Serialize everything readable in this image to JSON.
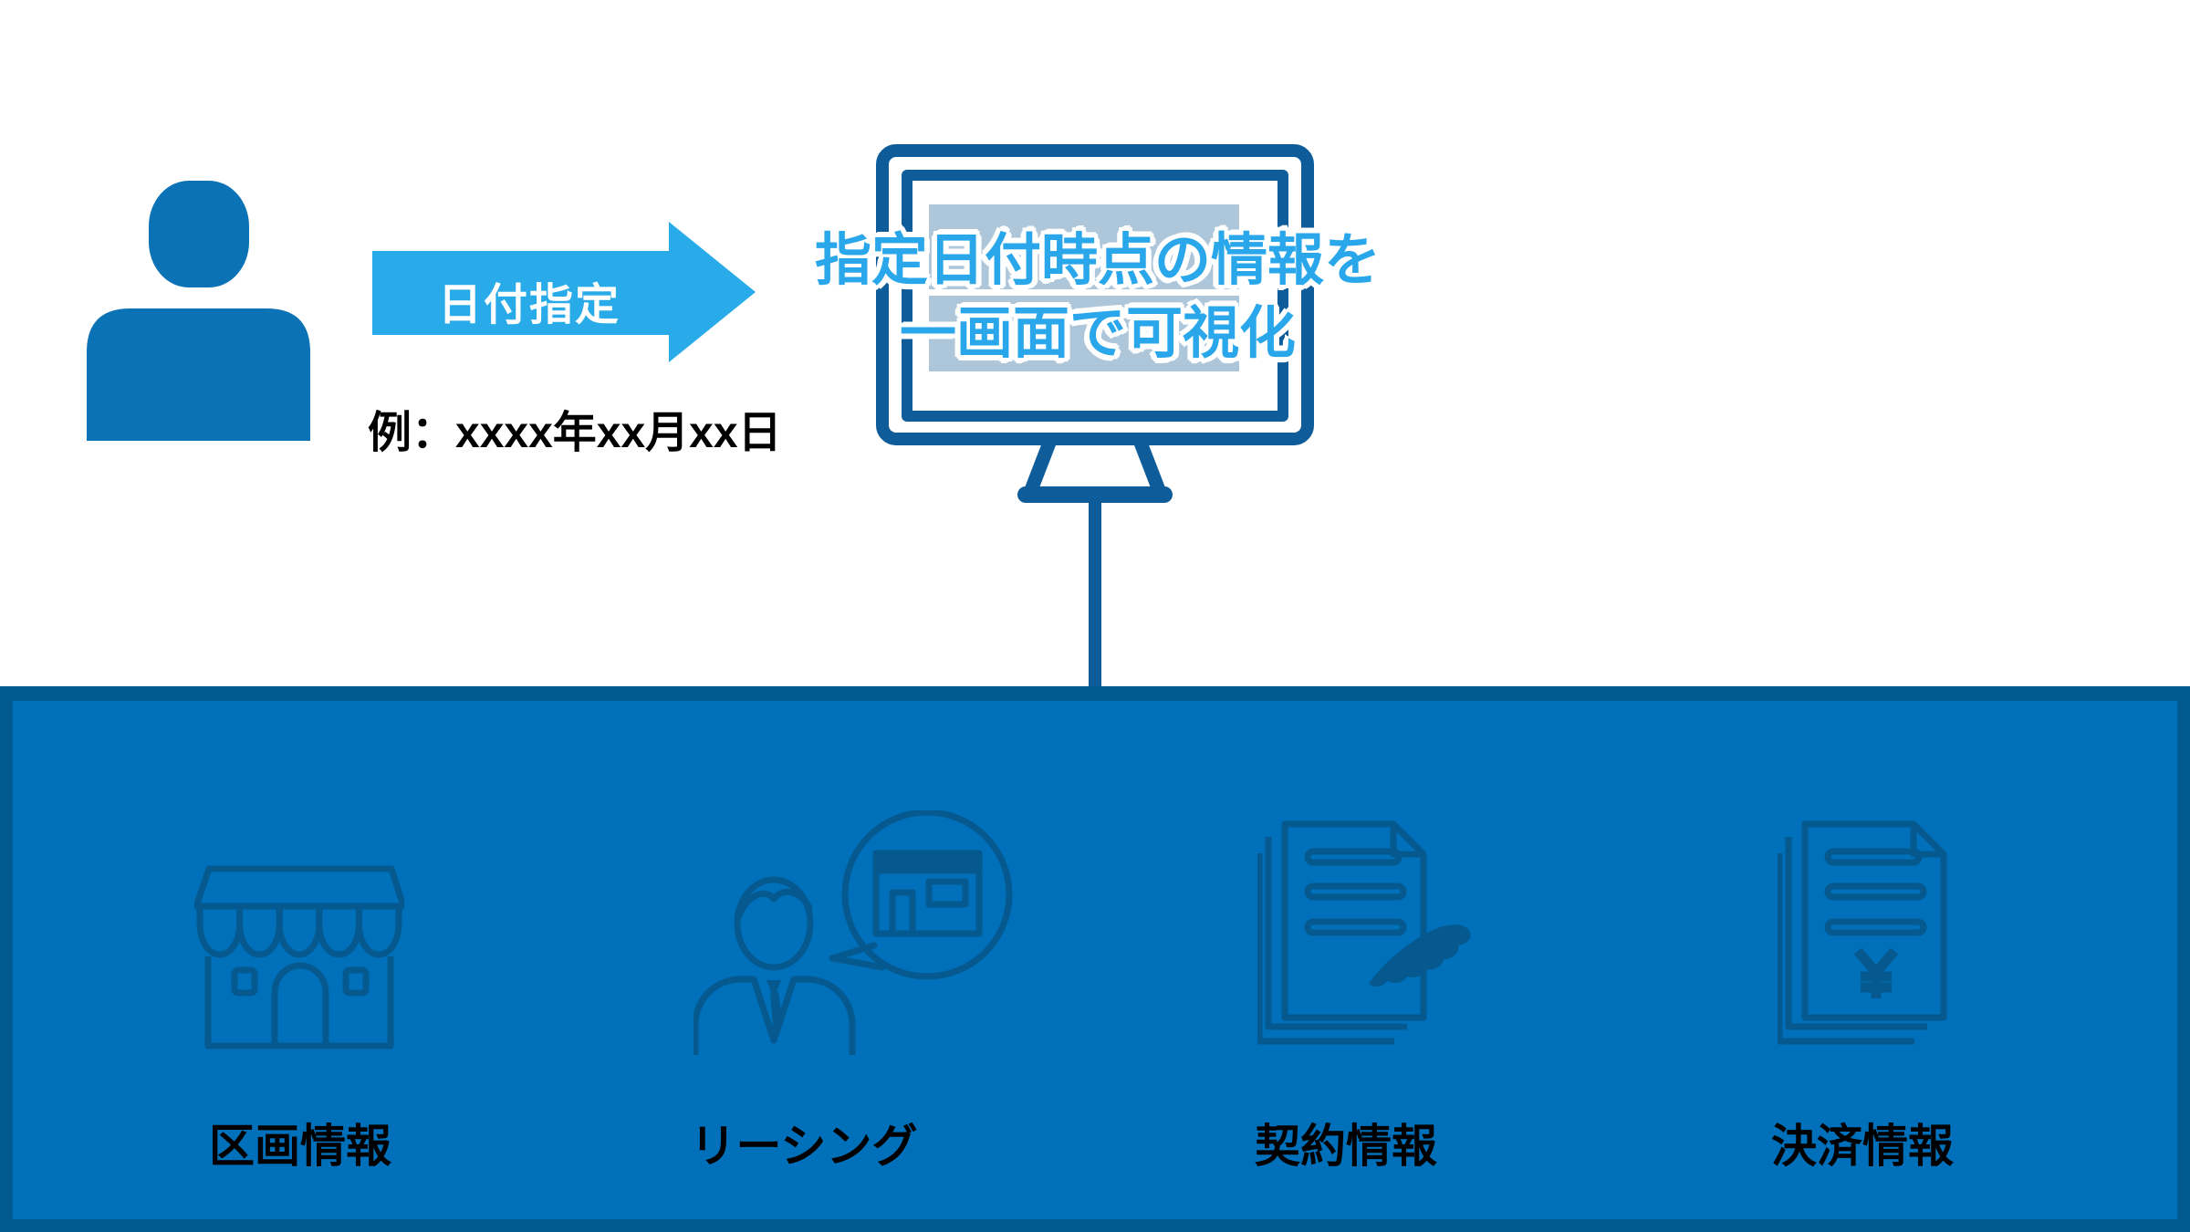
{
  "flow": {
    "arrow_label": "日付指定",
    "example_text": "例：xxxx年xx月xx日"
  },
  "monitor": {
    "headline_line1": "指定日付時点の情報を",
    "headline_line2": "一画面で可視化"
  },
  "panel": {
    "items": [
      {
        "label": "区画情報",
        "icon": "storefront-icon"
      },
      {
        "label": "リーシング",
        "icon": "leasing-agent-icon"
      },
      {
        "label": "契約情報",
        "icon": "contract-documents-icon"
      },
      {
        "label": "決済情報",
        "icon": "payment-documents-icon"
      }
    ]
  },
  "colors": {
    "person_blue": "#0B72B5",
    "arrow_blue": "#29ABE9",
    "headline_blue": "#2AA7EA",
    "monitor_frame_blue": "#0E5C99",
    "panel_border_blue": "#02598F",
    "panel_fill_blue": "#0070BA",
    "icon_stroke_blue": "#05598F",
    "screen_content_gray": "#AEC6DA",
    "label_color": "#000000"
  }
}
